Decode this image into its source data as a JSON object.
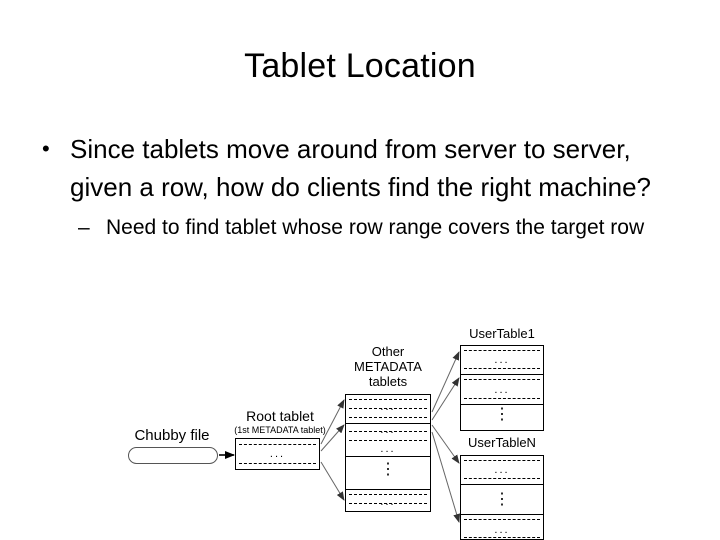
{
  "slide": {
    "title": "Tablet Location",
    "bullets": [
      {
        "level": 1,
        "marker": "•",
        "text": "Since tablets move around from server to server, given a row, how do clients find the right machine?"
      },
      {
        "level": 2,
        "marker": "–",
        "text": "Need to find tablet whose row range covers the target row"
      }
    ]
  },
  "diagram": {
    "name": "bigtable-tablet-location-hierarchy",
    "line_color": "#000000",
    "arrow_color": "#555555",
    "background": "#ffffff",
    "nodes": {
      "chubby": {
        "label": "Chubby file",
        "shape": "rounded-rectangle"
      },
      "root_tablet": {
        "label": "Root tablet",
        "sublabel": "(1st METADATA tablet)",
        "shape": "table",
        "cell_ellipsis": "..."
      },
      "other_metadata": {
        "label_line1": "Other",
        "label_line2": "METADATA",
        "label_line3": "tablets",
        "shape": "table",
        "cell_ellipsis": "...",
        "vertical_ellipsis": "⋮"
      },
      "user_table_1": {
        "label": "UserTable1",
        "shape": "table",
        "cell_ellipsis": "...",
        "vertical_ellipsis": "⋮"
      },
      "user_table_n": {
        "label": "UserTableN",
        "shape": "table",
        "cell_ellipsis": "...",
        "vertical_ellipsis": "⋮"
      }
    },
    "edges": [
      {
        "from": "chubby",
        "to": "root_tablet"
      },
      {
        "from": "root_tablet",
        "to": "other_metadata"
      },
      {
        "from": "root_tablet",
        "to": "other_metadata"
      },
      {
        "from": "root_tablet",
        "to": "other_metadata"
      },
      {
        "from": "other_metadata",
        "to": "user_table_1"
      },
      {
        "from": "other_metadata",
        "to": "user_table_1"
      },
      {
        "from": "other_metadata",
        "to": "user_table_n"
      },
      {
        "from": "other_metadata",
        "to": "user_table_n"
      }
    ]
  }
}
